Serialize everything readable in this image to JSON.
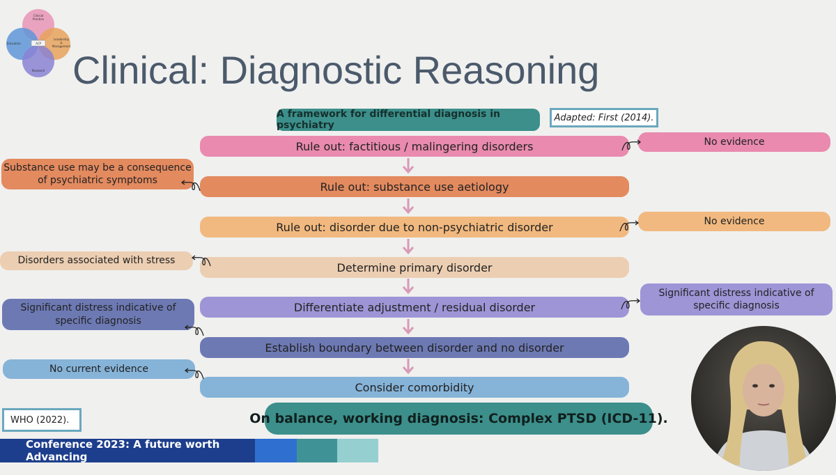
{
  "slide": {
    "title": "Clinical: Diagnostic Reasoning",
    "subtitle": "A framework for differential diagnosis in psychiatry",
    "adapted_citation": "Adapted: First (2014).",
    "who_citation": "WHO (2022).",
    "conclusion": "On balance, working diagnosis: Complex PTSD (ICD-11).",
    "banner": "Conference 2023: A future worth Advancing"
  },
  "logo": {
    "clinical": "Clinical",
    "practice": "Practice",
    "leadership": "Leadership",
    "amp": "&",
    "management": "Management",
    "education": "Education",
    "research": "Research",
    "center": "ACP"
  },
  "steps": [
    {
      "label": "Rule out: factitious / malingering disorders",
      "color": "#e98aae"
    },
    {
      "label": "Rule out: substance use aetiology",
      "color": "#e38a5f"
    },
    {
      "label": "Rule out: disorder due to non-psychiatric disorder",
      "color": "#f1b97f"
    },
    {
      "label": "Determine primary disorder",
      "color": "#ecceb2"
    },
    {
      "label": "Differentiate adjustment / residual disorder",
      "color": "#9d95d6"
    },
    {
      "label": "Establish boundary between disorder and no disorder",
      "color": "#6d79b3"
    },
    {
      "label": "Consider comorbidity",
      "color": "#86b3d8"
    }
  ],
  "side_notes": {
    "factitious_right": "No evidence",
    "substance_left": "Substance use may be a consequence of psychiatric symptoms",
    "nonpsych_right": "No evidence",
    "primary_left": "Disorders associated with stress",
    "adjustment_right": "Significant distress indicative of specific diagnosis",
    "boundary_left": "Significant distress indicative of specific diagnosis",
    "comorbidity_left": "No current evidence"
  },
  "colors": {
    "teal": "#3c8f8a",
    "arrow": "#d99ab5",
    "title": "#4b5a6b"
  }
}
